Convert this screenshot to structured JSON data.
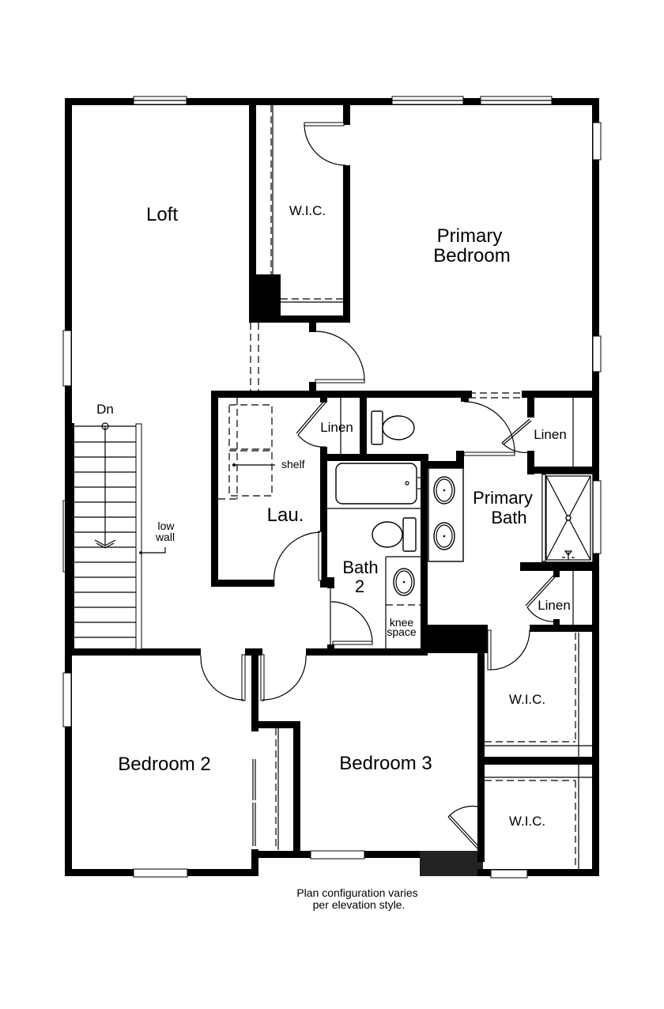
{
  "plan": {
    "rooms": {
      "loft": "Loft",
      "wic_primary": "W.I.C.",
      "primary_bedroom_1": "Primary",
      "primary_bedroom_2": "Bedroom",
      "linen_laundry": "Linen",
      "laundry": "Lau.",
      "shelf": "shelf",
      "bath2_1": "Bath",
      "bath2_2": "2",
      "knee_1": "knee",
      "knee_2": "space",
      "primary_bath_1": "Primary",
      "primary_bath_2": "Bath",
      "linen_upper": "Linen",
      "linen_lower": "Linen",
      "wic_right_upper": "W.I.C.",
      "wic_right_lower": "W.I.C.",
      "bedroom2": "Bedroom 2",
      "bedroom3": "Bedroom 3"
    },
    "stairs": {
      "direction_label": "Dn",
      "low_wall_1": "low",
      "low_wall_2": "wall"
    },
    "footnote": {
      "line1": "Plan configuration varies",
      "line2": "per elevation style."
    }
  }
}
